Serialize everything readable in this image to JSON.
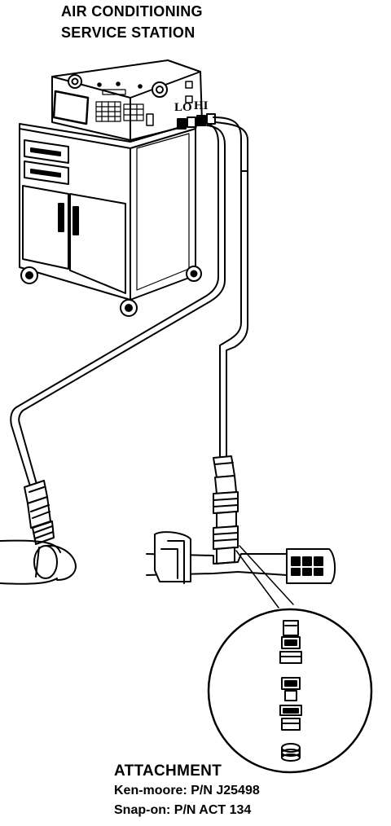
{
  "title": {
    "line1": "AIR CONDITIONING",
    "line2": "SERVICE STATION"
  },
  "station": {
    "lo_label": "LO",
    "hi_label": "HI"
  },
  "attachment": {
    "heading": "ATTACHMENT",
    "line1": "Ken-moore:  P/N J25498",
    "line2": "Snap-on:  P/N ACT 134"
  },
  "colors": {
    "ink": "#000000",
    "paper": "#ffffff"
  },
  "icons": [
    "service-station-cart",
    "hose-coupler",
    "ac-line-pipe",
    "detail-magnifier-circle"
  ]
}
